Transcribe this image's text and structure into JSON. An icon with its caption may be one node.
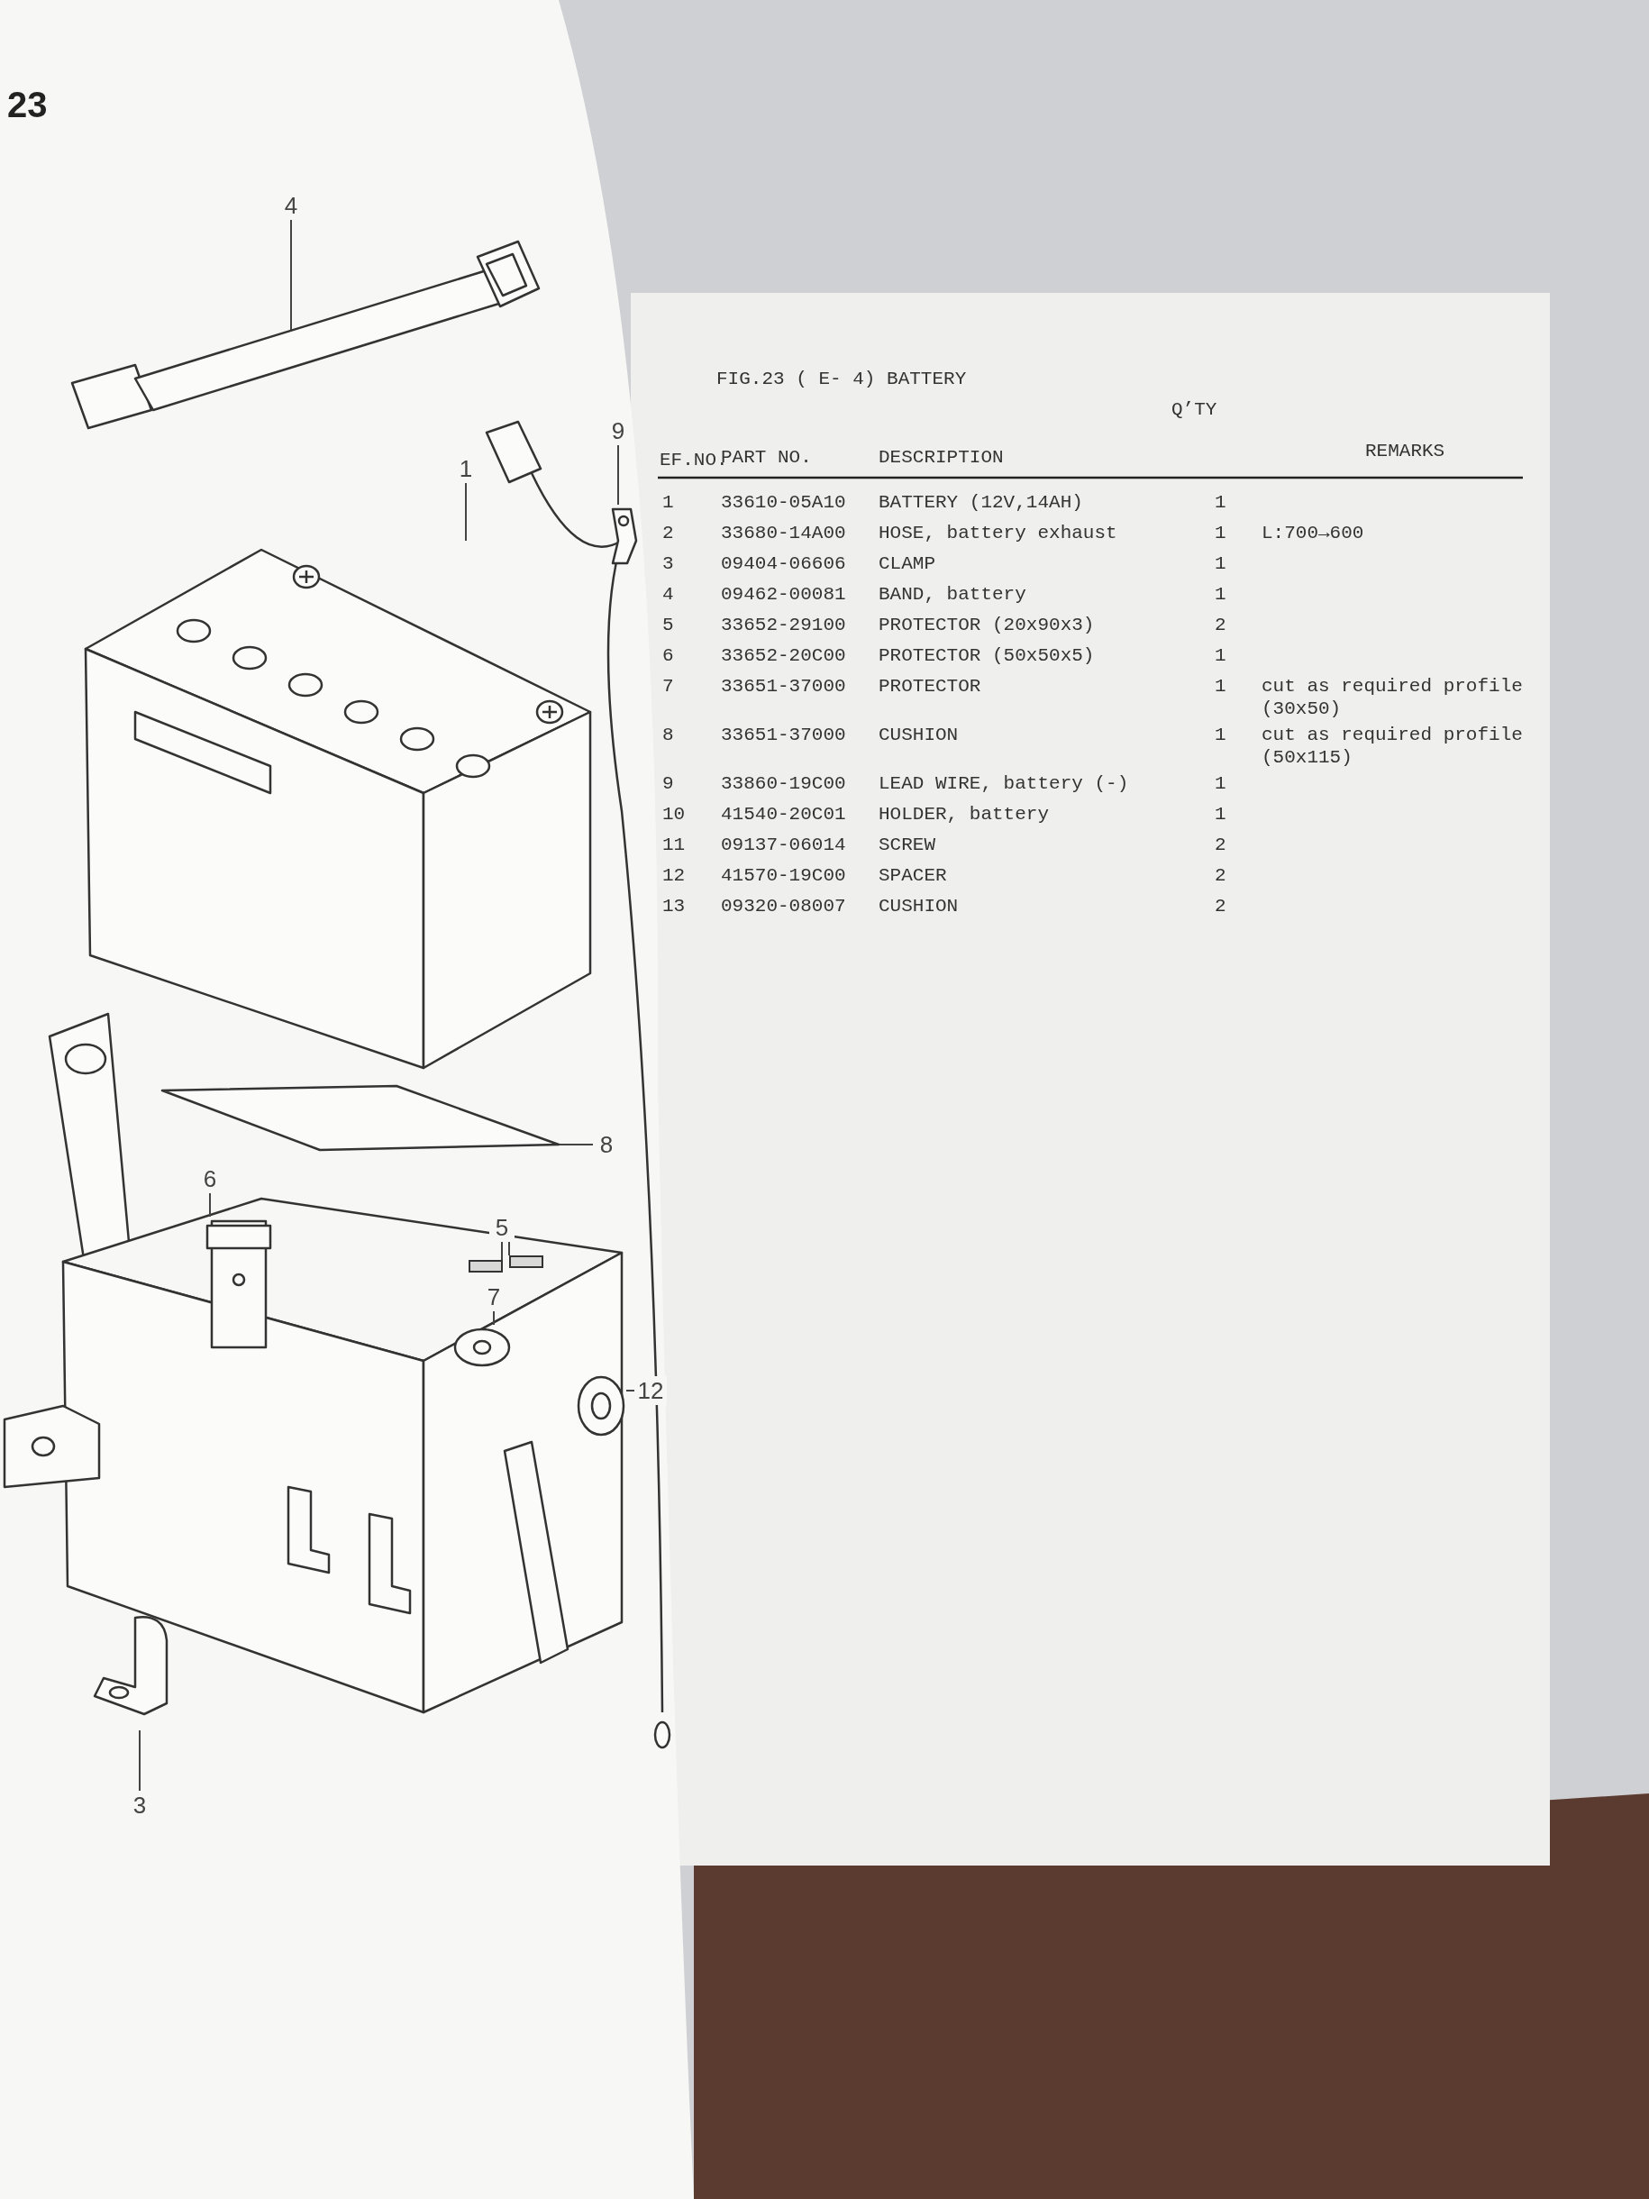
{
  "diagram": {
    "title": "FIG.23 ( E- 4) BATTERY",
    "nodes": [
      {
        "text": [
          "4"
        ]
      },
      {
        "text": [],
        "shape": "picture"
      },
      {
        "text": [
          "9"
        ]
      },
      {
        "text": [
          "1"
        ]
      },
      {
        "text": [],
        "shape": "picture"
      },
      {
        "text": [],
        "shape": "picture"
      },
      {
        "text": [
          "8"
        ]
      },
      {
        "text": [],
        "shape": "picture"
      },
      {
        "text": [
          "6"
        ]
      },
      {
        "text": [
          "5"
        ]
      },
      {
        "text": [],
        "shape": "picture"
      },
      {
        "text": [],
        "shape": "bar"
      },
      {
        "text": [],
        "shape": "bar"
      },
      {
        "text": [
          "7"
        ]
      },
      {
        "text": [],
        "shape": "picture"
      },
      {
        "text": [
          "12"
        ]
      },
      {
        "text": [],
        "shape": "picture"
      },
      {
        "text": [],
        "shape": "picture"
      },
      {
        "text": [
          "3"
        ]
      }
    ],
    "edges": [
      {
        "from": 0,
        "to": 1,
        "arrow": "none"
      },
      {
        "from": 3,
        "to": 5,
        "arrow": "none"
      },
      {
        "from": 2,
        "to": 4,
        "arrow": "none"
      },
      {
        "from": 6,
        "to": 7,
        "arrow": "none"
      },
      {
        "from": 8,
        "to": 10,
        "arrow": "none"
      },
      {
        "from": 9,
        "to": 11,
        "arrow": "none"
      },
      {
        "from": 9,
        "to": 12,
        "arrow": "none"
      },
      {
        "from": 13,
        "to": 14,
        "arrow": "none"
      },
      {
        "from": 15,
        "to": 16,
        "arrow": "none"
      },
      {
        "from": 18,
        "to": 17,
        "arrow": "none"
      }
    ],
    "labels": [
      "23",
      "Q’TY",
      "EF.NO.",
      "PART NO.",
      "DESCRIPTION",
      "REMARKS",
      "1",
      "33610-05A10",
      "BATTERY (12V,14AH)",
      "1",
      "2",
      "33680-14A00",
      "HOSE, battery exhaust",
      "1",
      "L:700→600",
      "3",
      "09404-06606",
      "CLAMP",
      "1",
      "4",
      "09462-00081",
      "BAND, battery",
      "1",
      "5",
      "33652-29100",
      "PROTECTOR (20x90x3)",
      "2",
      "6",
      "33652-20C00",
      "PROTECTOR (50x50x5)",
      "1",
      "7",
      "33651-37000",
      "PROTECTOR",
      "1",
      "cut as required profile (30x50)",
      "8",
      "33651-37000",
      "CUSHION",
      "1",
      "cut as required profile (50x115)",
      "9",
      "33860-19C00",
      "LEAD WIRE, battery (-)",
      "1",
      "10",
      "41540-20C01",
      "HOLDER, battery",
      "1",
      "11",
      "09137-06014",
      "SCREW",
      "2",
      "12",
      "41570-19C00",
      "SPACER",
      "2",
      "13",
      "09320-08007",
      "CUSHION",
      "2"
    ]
  }
}
